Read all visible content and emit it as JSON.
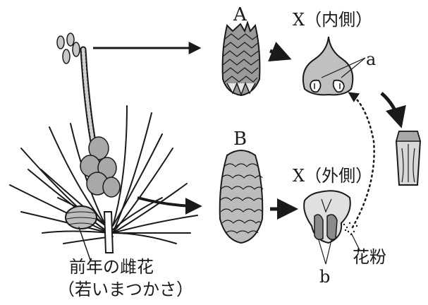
{
  "labels": {
    "cone_a": "A",
    "cone_b": "B",
    "x_inner": "X（内側）",
    "x_outer": "X（外側）",
    "part_a": "a",
    "part_b": "b",
    "pollen": "花粉",
    "pine_line1": "前年の雌花",
    "pine_line2": "（若いまつかさ）"
  },
  "colors": {
    "ink": "#1a1a1a",
    "cone_fill": "#9a9a9a",
    "scale_fill": "#c8c8c8",
    "light_fill": "#e6e6e6"
  },
  "icons": [
    "pine-branch-icon",
    "cone-a-icon",
    "cone-b-icon",
    "scale-inner-icon",
    "scale-outer-icon",
    "seed-icon"
  ]
}
